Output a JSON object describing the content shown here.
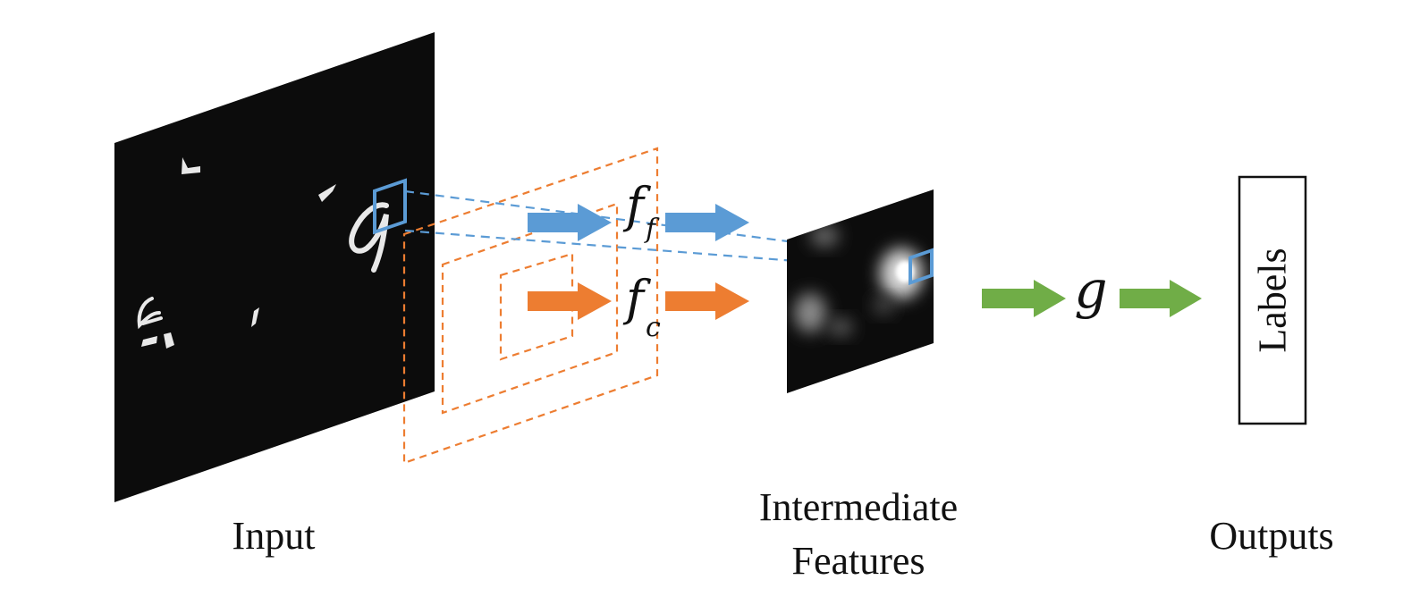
{
  "figure": {
    "input_label": "Input",
    "intermediate_label_line1": "Intermediate",
    "intermediate_label_line2": "Features",
    "outputs_label": "Outputs",
    "labels_box_text": "Labels",
    "fine_function": {
      "base": "f",
      "subscript": "f"
    },
    "coarse_function": {
      "base": "f",
      "subscript": "c"
    },
    "aggregator_function": "g"
  },
  "colors": {
    "fine_path_blue": "#5b9bd5",
    "coarse_path_orange": "#ed7d31",
    "aggregation_green": "#70ad47",
    "panel_black": "#0c0c0c"
  },
  "icons": {
    "arrows": "block-right-arrow",
    "window": "rectangle-outline"
  }
}
